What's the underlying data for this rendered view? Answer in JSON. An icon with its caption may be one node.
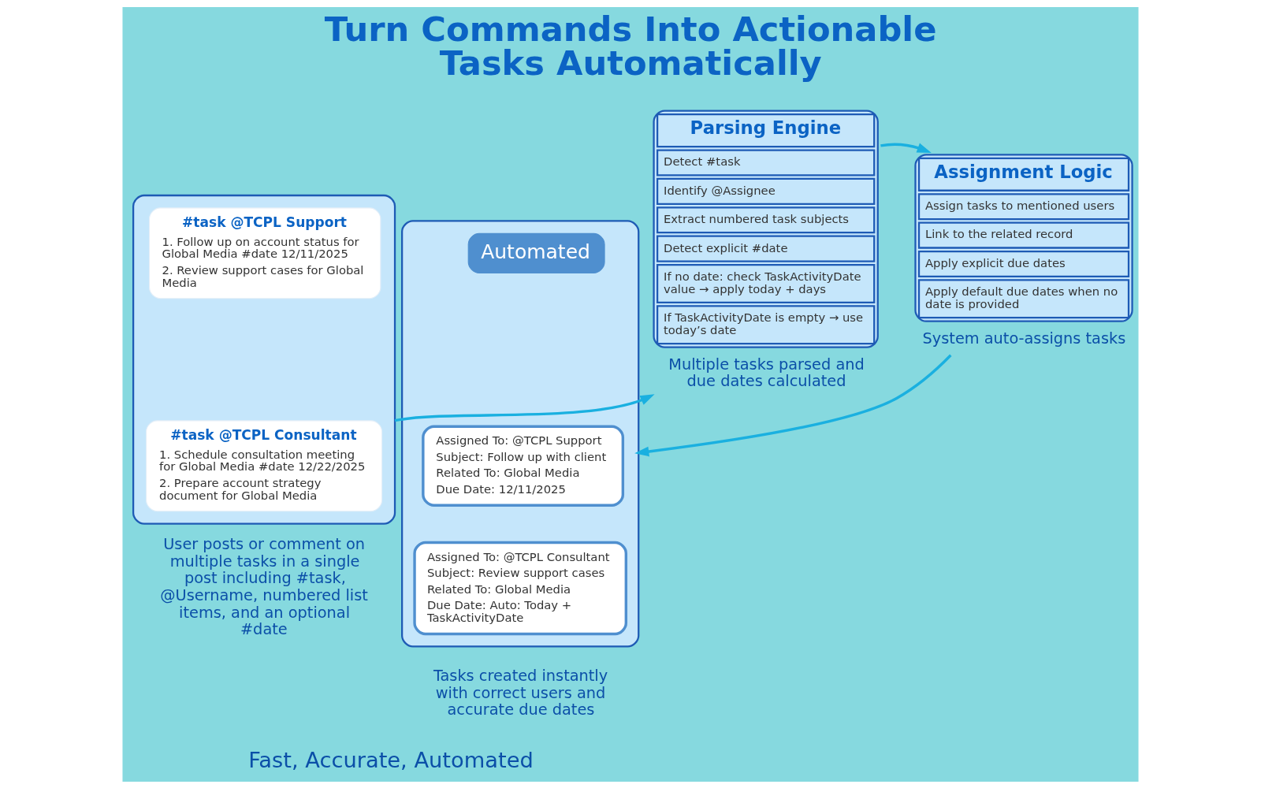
{
  "diagram": {
    "title": "Turn Commands Into Actionable Tasks Automatically",
    "caption": "Fast, Accurate, Automated",
    "nodes": [
      {
        "text": [],
        "shape": "box",
        "beside": [
          "User posts or comment on multiple tasks in a single post including #task, @Username, numbered list items, and an optional #date"
        ]
      },
      {
        "text": [
          "#task @TCPL Support",
          "1. Follow up on account status for Global Media #date 12/11/2025",
          "2. Review support cases for Global Media"
        ],
        "in": 0
      },
      {
        "text": [
          "#task @TCPL Consultant",
          "1. Schedule consultation meeting for Global Media #date 12/22/2025",
          "2. Prepare account strategy document for Global Media"
        ],
        "in": 0
      },
      {
        "text": [
          "Parsing Engine",
          "Detect #task",
          "Identify @Assignee",
          "Extract numbered task subjects",
          "Detect explicit #date",
          "If no date: check TaskActivityDate value → apply today + days",
          "If TaskActivityDate is empty → use today’s date"
        ],
        "beside": [
          "Multiple tasks parsed and due dates calculated"
        ]
      },
      {
        "text": [
          "Assignment Logic",
          "Assign tasks to mentioned users",
          "Link to the related record",
          "Apply explicit due dates",
          "Apply default due dates when no date is provided"
        ],
        "beside": [
          "System auto-assigns tasks"
        ]
      },
      {
        "text": [],
        "shape": "box",
        "beside": [
          "Tasks created instantly with correct users and accurate due dates"
        ]
      },
      {
        "text": [
          "Automated"
        ],
        "in": 5
      },
      {
        "text": [
          "Assigned To: @TCPL Support",
          "Subject: Follow up with client",
          "Related To: Global Media",
          "Due Date: 12/11/2025"
        ],
        "in": 5
      },
      {
        "text": [
          "Assigned To: @TCPL Consultant",
          "Subject: Review support cases",
          "Related To: Global Media",
          "Due Date: Auto: Today + TaskActivityDate"
        ],
        "in": 5
      }
    ],
    "edges": [
      {
        "from": 0,
        "to": 3,
        "arrow": "to"
      },
      {
        "from": 3,
        "to": 4,
        "arrow": "to"
      },
      {
        "from": 4,
        "to": 5,
        "arrow": "to"
      }
    ]
  }
}
